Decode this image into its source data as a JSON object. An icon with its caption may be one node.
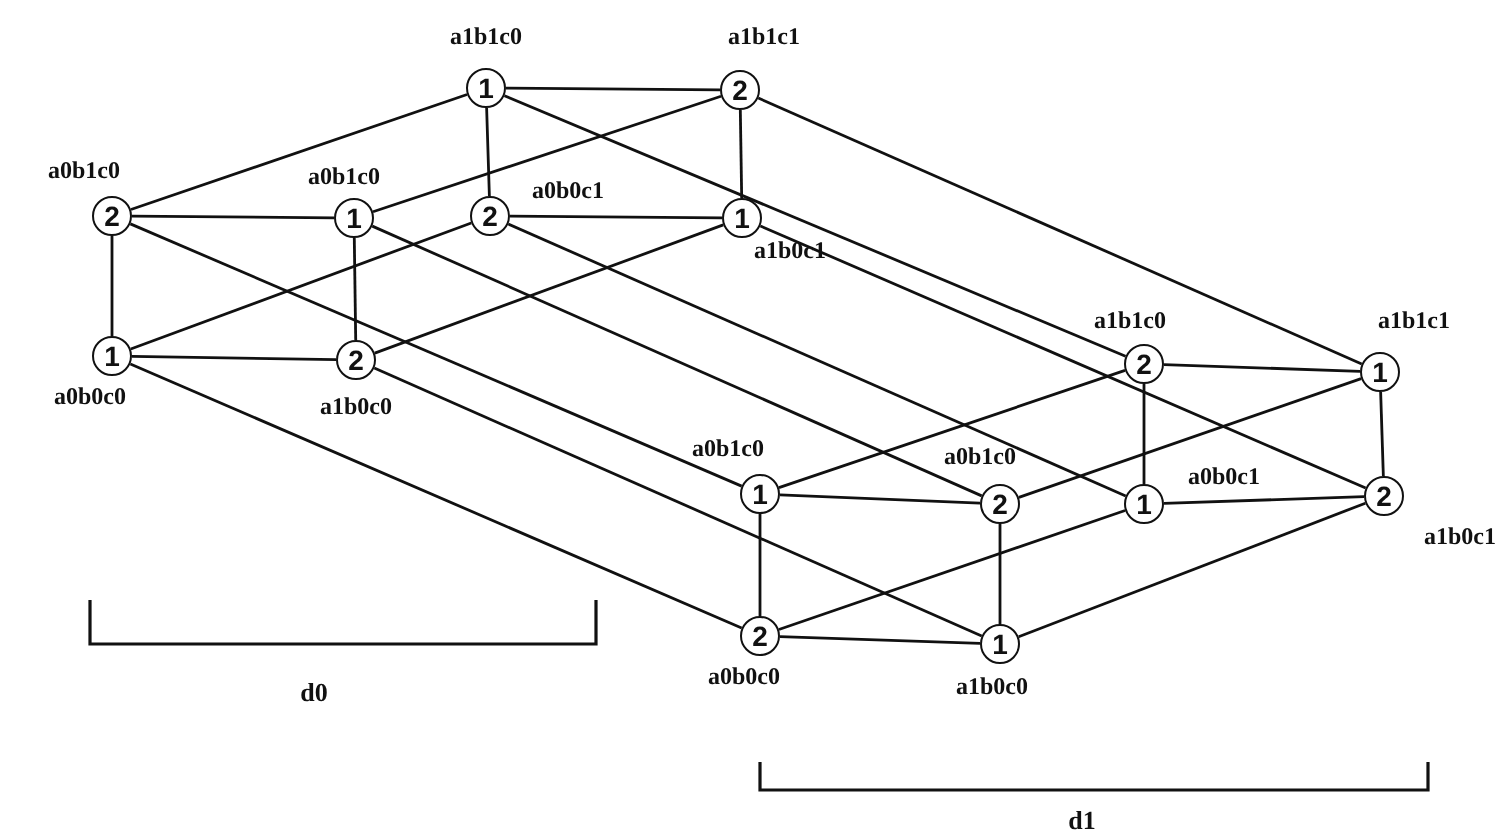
{
  "diagram": {
    "nodes": [
      {
        "text": [
          "1"
        ],
        "beside": [
          "a1b1c0"
        ]
      },
      {
        "text": [
          "2"
        ],
        "beside": [
          "a1b1c1"
        ]
      },
      {
        "text": [
          "2"
        ],
        "beside": [
          "a0b1c0"
        ]
      },
      {
        "text": [
          "1"
        ],
        "beside": [
          "a0b1c0"
        ]
      },
      {
        "text": [
          "2"
        ],
        "beside": [
          "a0b0c1"
        ]
      },
      {
        "text": [
          "1"
        ],
        "beside": [
          "a1b0c1"
        ]
      },
      {
        "text": [
          "1"
        ],
        "beside": [
          "a0b0c0"
        ]
      },
      {
        "text": [
          "2"
        ],
        "beside": [
          "a1b0c0"
        ]
      },
      {
        "text": [
          "2"
        ],
        "beside": [
          "a1b1c0"
        ]
      },
      {
        "text": [
          "1"
        ],
        "beside": [
          "a1b1c1"
        ]
      },
      {
        "text": [
          "1"
        ],
        "beside": [
          "a0b1c0"
        ]
      },
      {
        "text": [
          "2"
        ],
        "beside": [
          "a0b1c0"
        ]
      },
      {
        "text": [
          "1"
        ],
        "beside": [
          "a0b0c1"
        ]
      },
      {
        "text": [
          "2"
        ],
        "beside": [
          "a1b0c1"
        ]
      },
      {
        "text": [
          "2"
        ],
        "beside": [
          "a0b0c0"
        ]
      },
      {
        "text": [
          "1"
        ],
        "beside": [
          "a1b0c0"
        ]
      }
    ],
    "edges": [
      {
        "from": 0,
        "to": 1,
        "arrow": "none"
      },
      {
        "from": 0,
        "to": 2,
        "arrow": "none"
      },
      {
        "from": 0,
        "to": 4,
        "arrow": "none"
      },
      {
        "from": 1,
        "to": 5,
        "arrow": "none"
      },
      {
        "from": 1,
        "to": 3,
        "arrow": "none"
      },
      {
        "from": 2,
        "to": 3,
        "arrow": "none"
      },
      {
        "from": 2,
        "to": 6,
        "arrow": "none"
      },
      {
        "from": 3,
        "to": 7,
        "arrow": "none"
      },
      {
        "from": 4,
        "to": 5,
        "arrow": "none"
      },
      {
        "from": 6,
        "to": 7,
        "arrow": "none"
      },
      {
        "from": 6,
        "to": 4,
        "arrow": "none"
      },
      {
        "from": 7,
        "to": 5,
        "arrow": "none"
      },
      {
        "from": 8,
        "to": 9,
        "arrow": "none"
      },
      {
        "from": 8,
        "to": 10,
        "arrow": "none"
      },
      {
        "from": 8,
        "to": 12,
        "arrow": "none"
      },
      {
        "from": 9,
        "to": 13,
        "arrow": "none"
      },
      {
        "from": 9,
        "to": 11,
        "arrow": "none"
      },
      {
        "from": 10,
        "to": 11,
        "arrow": "none"
      },
      {
        "from": 10,
        "to": 14,
        "arrow": "none"
      },
      {
        "from": 11,
        "to": 15,
        "arrow": "none"
      },
      {
        "from": 12,
        "to": 13,
        "arrow": "none"
      },
      {
        "from": 14,
        "to": 15,
        "arrow": "none"
      },
      {
        "from": 14,
        "to": 12,
        "arrow": "none"
      },
      {
        "from": 15,
        "to": 13,
        "arrow": "none"
      },
      {
        "from": 0,
        "to": 8,
        "arrow": "none"
      },
      {
        "from": 1,
        "to": 9,
        "arrow": "none"
      },
      {
        "from": 2,
        "to": 10,
        "arrow": "none"
      },
      {
        "from": 3,
        "to": 11,
        "arrow": "none"
      },
      {
        "from": 4,
        "to": 12,
        "arrow": "none"
      },
      {
        "from": 5,
        "to": 13,
        "arrow": "none"
      },
      {
        "from": 6,
        "to": 14,
        "arrow": "none"
      },
      {
        "from": 7,
        "to": 15,
        "arrow": "none"
      }
    ],
    "labels": [
      "d0",
      "d1"
    ]
  }
}
